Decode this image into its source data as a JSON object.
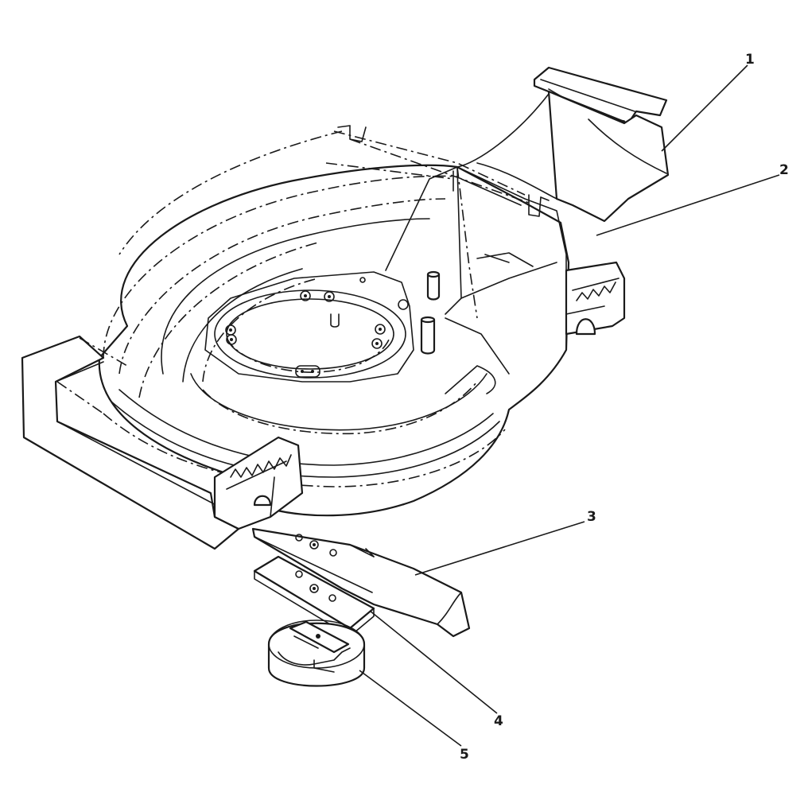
{
  "diagram": {
    "type": "exploded-parts-view",
    "colors": {
      "ink": "#1a1a1a",
      "paper": "#ffffff"
    },
    "callouts": [
      {
        "id": "1",
        "label": "1"
      },
      {
        "id": "2",
        "label": "2"
      },
      {
        "id": "3",
        "label": "3"
      },
      {
        "id": "4",
        "label": "4"
      },
      {
        "id": "5",
        "label": "5"
      }
    ]
  }
}
